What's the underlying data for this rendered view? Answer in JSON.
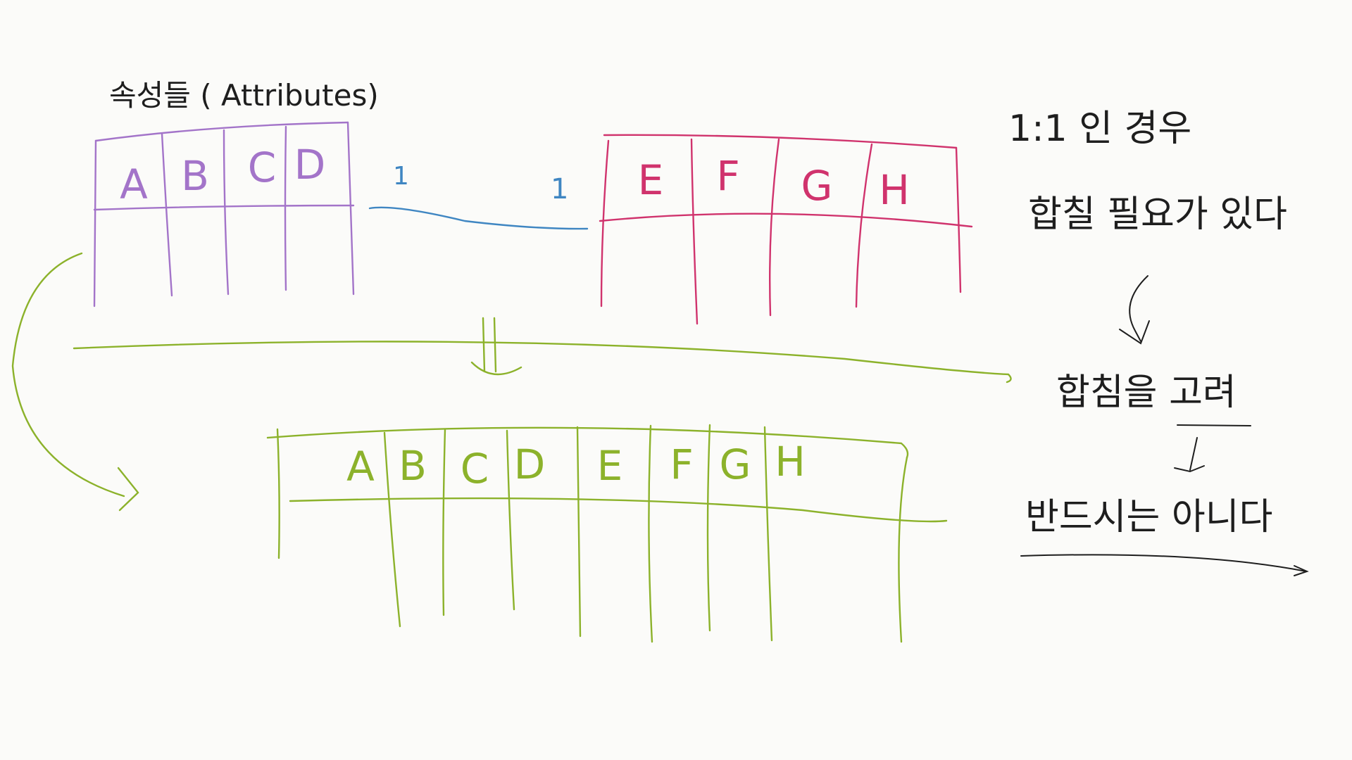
{
  "title": "속성들 ( Attributes)",
  "colors": {
    "background": "#fbfbf9",
    "table_left": "#a374c9",
    "table_right": "#d0336d",
    "table_merged": "#8cb22b",
    "relation_line": "#3f86c2",
    "flow_arrow": "#8cb22b",
    "note_text": "#1e1e1e"
  },
  "table_left": {
    "columns": [
      "A",
      "B",
      "C",
      "D"
    ]
  },
  "table_right": {
    "columns": [
      "E",
      "F",
      "G",
      "H"
    ]
  },
  "relationship": {
    "left_cardinality": "1",
    "right_cardinality": "1"
  },
  "table_merged": {
    "columns": [
      "A",
      "B",
      "C",
      "D",
      "E",
      "F",
      "G",
      "H"
    ]
  },
  "notes": {
    "line1": "1:1 인 경우",
    "line2": "합칠 필요가 있다",
    "line3_prefix": "합침을 ",
    "line3_underlined": "고려",
    "line4": "반드시는 아니다"
  }
}
